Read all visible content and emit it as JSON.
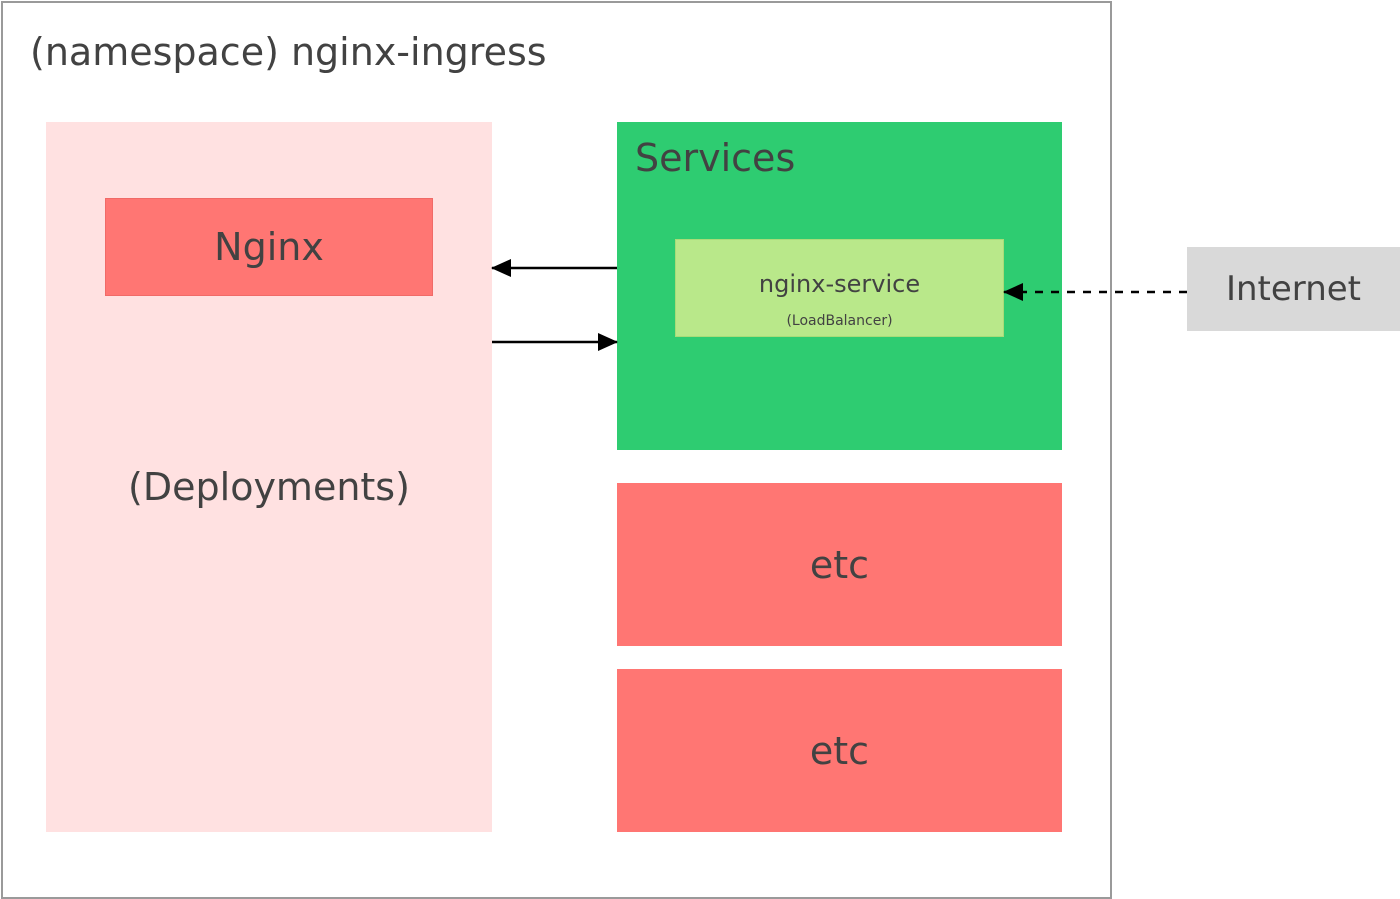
{
  "namespace": {
    "title": "(namespace) nginx-ingress"
  },
  "deployments": {
    "nginx_label": "Nginx",
    "group_label": "(Deployments)"
  },
  "services": {
    "title": "Services",
    "nginx_service": {
      "name": "nginx-service",
      "type": "(LoadBalancer)"
    },
    "etc_boxes": [
      "etc",
      "etc"
    ]
  },
  "external": {
    "internet_label": "Internet"
  },
  "colors": {
    "deployments_bg": "#ffe1e1",
    "pod_red": "#ff7673",
    "services_green": "#2ecc71",
    "service_light_green": "#b9e88a",
    "internet_gray": "#d9d9d9",
    "text": "#424242",
    "frame_border": "#9a9a9a"
  }
}
